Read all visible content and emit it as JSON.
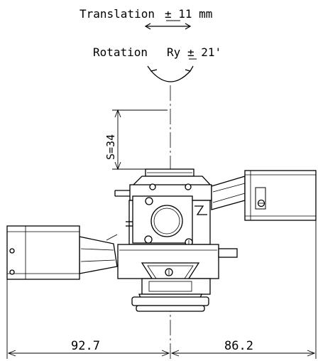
{
  "annotations": {
    "translation_label": "Translation",
    "translation_value": "± 11 mm",
    "rotation_label": "Rotation",
    "rotation_axis": "Ry",
    "rotation_value": "± 21'",
    "stroke_label": "S=34"
  },
  "dimensions": {
    "left": "92.7",
    "right": "86.2"
  },
  "colors": {
    "line": "#000000",
    "background": "#ffffff"
  }
}
